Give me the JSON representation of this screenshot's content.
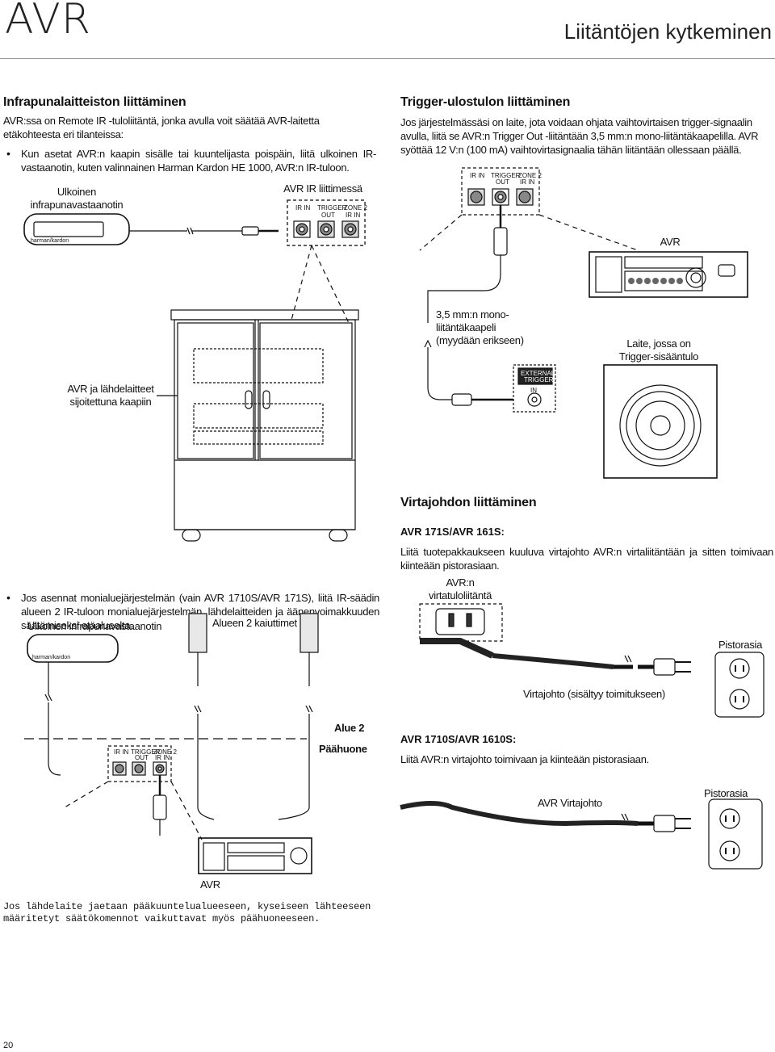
{
  "header": {
    "brand": "AVR",
    "title": "Liitäntöjen kytkeminen"
  },
  "ir": {
    "heading": "Infrapunalaitteiston liittäminen",
    "intro": "AVR:ssa on Remote IR -tuloliitäntä, jonka avulla voit säätää AVR-laitetta etäkohteesta eri tilanteissa:",
    "bullet1": "Kun asetat AVR:n kaapin sisälle tai kuuntelijasta poispäin, liitä ulkoinen IR-vastaanotin, kuten valinnainen Harman Kardon HE 1000, AVR:n IR-tuloon.",
    "label_receiver": "Ulkoinen infrapunavastaanotin",
    "label_avr_ir": "AVR IR liittimessä",
    "label_cabinet": "AVR ja lähdelaitteet sijoitettuna kaapiin",
    "bullet2": "Jos asennat monialuejärjestelmän (vain AVR 1710S/AVR 171S), liitä IR-säädin alueen 2 IR-tuloon monialuejärjestelmän, lähdelaitteiden ja äänenvoimakkuuden säätämiseksi etäalueelta.",
    "label_receiver2": "Ulkoinen infrapunavastaanotin",
    "label_zone2_speakers": "Alueen 2 kaiuttimet",
    "label_zone2": "Alue 2",
    "label_main": "Päähuone",
    "label_avr_bottom": "AVR",
    "note": "Jos lähdelaite jaetaan pääkuuntelualueeseen, kyseiseen lähteeseen määritetyt säätökomennot vaikuttavat myös päähuoneeseen."
  },
  "panel": {
    "ir_in": "IR IN",
    "trigger_out": "TRIGGER OUT",
    "zone2_ir_in": "ZONE 2 IR IN",
    "hk_logo": "harman/kardon"
  },
  "trigger": {
    "heading": "Trigger-ulostulon liittäminen",
    "text": "Jos järjestelmässäsi on laite, jota voidaan ohjata vaihtovirtaisen trigger-signaalin avulla, liitä se AVR:n Trigger Out -liitäntään 3,5 mm:n mono-liitäntäkaapelilla. AVR syöttää 12 V:n (100 mA) vaihtovirtasignaalia tähän liitäntään ollessaan päällä.",
    "label_avr": "AVR",
    "label_cable": "3,5 mm:n mono-liitäntäkaapeli (myydään erikseen)",
    "label_device": "Laite, jossa on Trigger-sisääntulo",
    "ext_trigger": "EXTERNAL TRIGGER IN"
  },
  "power": {
    "heading": "Virtajohdon liittäminen",
    "sub1": "AVR 171S/AVR 161S:",
    "text1": "Liitä tuotepakkaukseen kuuluva virtajohto AVR:n virtaliitäntään ja sitten toimivaan kiinteään pistorasiaan.",
    "label_inlet": "AVR:n virtatuloliitäntä",
    "label_outlet1": "Pistorasia",
    "label_cord1": "Virtajohto (sisältyy toimitukseen)",
    "sub2": "AVR 1710S/AVR 1610S:",
    "text2": "Liitä AVR:n virtajohto toimivaan ja kiinteään pistorasiaan.",
    "label_cord2": "AVR Virtajohto",
    "label_outlet2": "Pistorasia"
  },
  "footer": {
    "page_number": "20"
  }
}
